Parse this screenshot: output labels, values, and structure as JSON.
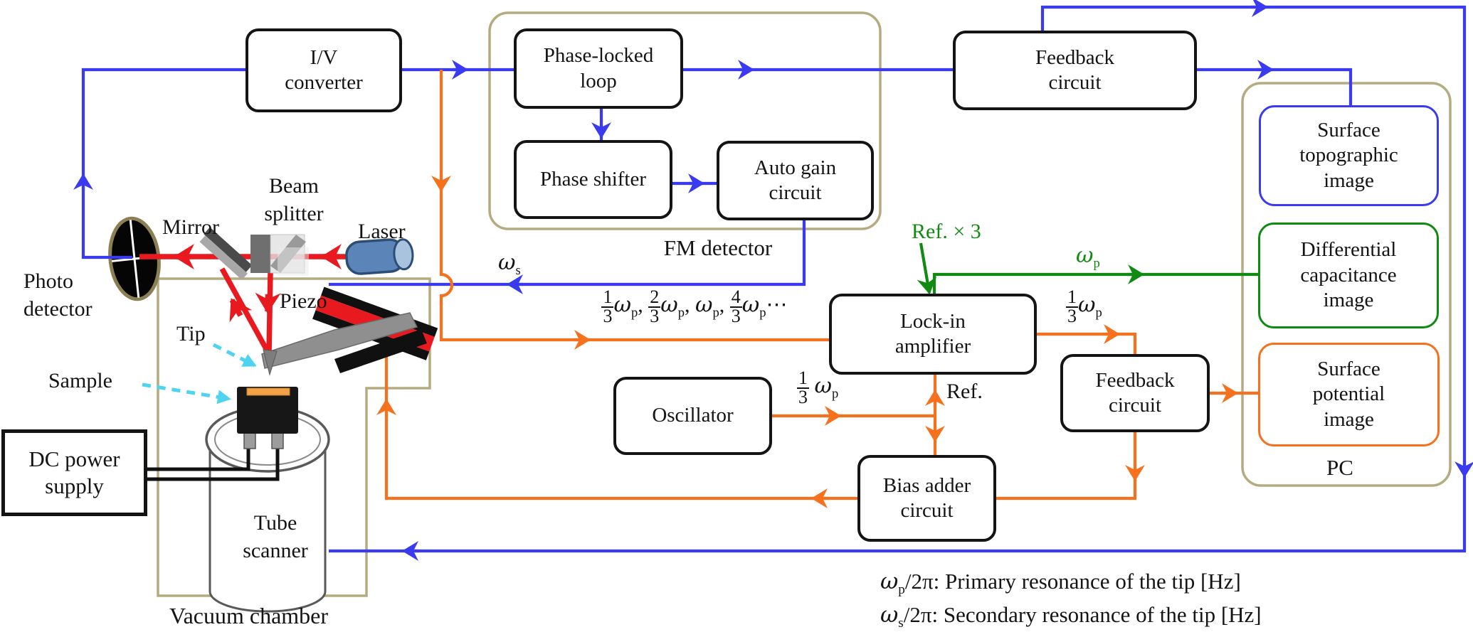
{
  "colors": {
    "blue": "#3a3af0",
    "orange": "#f5711d",
    "green": "#118a11",
    "red": "#e8191f",
    "tan": "#b5ab80",
    "cyan": "#4fd4f0",
    "ink": "#141414"
  },
  "boxes": {
    "iv_converter": {
      "lines": [
        "I/V",
        "converter"
      ]
    },
    "phase_locked_loop": {
      "lines": [
        "Phase-locked",
        "loop"
      ]
    },
    "phase_shifter": {
      "lines": [
        "Phase shifter"
      ]
    },
    "auto_gain": {
      "lines": [
        "Auto gain",
        "circuit"
      ]
    },
    "feedback_top": {
      "lines": [
        "Feedback",
        "circuit"
      ]
    },
    "lock_in": {
      "lines": [
        "Lock-in",
        "amplifier"
      ]
    },
    "oscillator": {
      "lines": [
        "Oscillator"
      ]
    },
    "feedback_right": {
      "lines": [
        "Feedback",
        "circuit"
      ]
    },
    "bias_adder": {
      "lines": [
        "Bias adder",
        "circuit"
      ]
    },
    "dc_power": {
      "lines": [
        "DC power",
        "supply"
      ]
    },
    "surface_topographic": {
      "lines": [
        "Surface",
        "topographic",
        "image"
      ]
    },
    "differential_capacitance": {
      "lines": [
        "Differential",
        "capacitance",
        "image"
      ]
    },
    "surface_potential": {
      "lines": [
        "Surface",
        "potential",
        "image"
      ]
    }
  },
  "groups": {
    "fm_detector": "FM detector",
    "pc": "PC",
    "vacuum_chamber": "Vacuum chamber"
  },
  "parts": {
    "photo_detector": {
      "lines": [
        "Photo",
        "detector"
      ]
    },
    "mirror": "Mirror",
    "beam_splitter": {
      "lines": [
        "Beam",
        "splitter"
      ]
    },
    "laser": "Laser",
    "piezo": "Piezo",
    "tip": "Tip",
    "sample": "Sample",
    "tube_scanner": {
      "lines": [
        "Tube",
        "scanner"
      ]
    }
  },
  "signals": {
    "omega_p": {
      "base": "ω",
      "sub": "p"
    },
    "omega_s": {
      "base": "ω",
      "sub": "s"
    },
    "f13": {
      "num": "1",
      "den": "3"
    },
    "f23": {
      "num": "2",
      "den": "3"
    },
    "f43": {
      "num": "4",
      "den": "3"
    },
    "comma": ", ",
    "ellipsis": "⋯",
    "ref_times_3": "Ref. × 3",
    "ref": "Ref."
  },
  "legend": {
    "line1": {
      "omega": "ω",
      "sub": "p",
      "rest": "/2π: Primary resonance of the tip [Hz]"
    },
    "line2": {
      "omega": "ω",
      "sub": "s",
      "rest": "/2π: Secondary resonance of the tip [Hz]"
    }
  }
}
